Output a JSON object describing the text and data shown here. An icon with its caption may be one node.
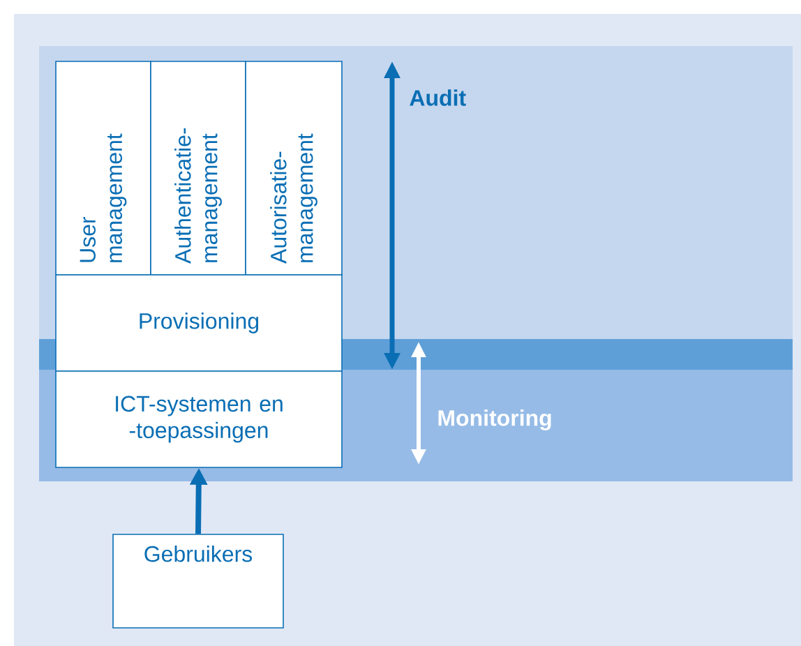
{
  "diagram": {
    "nodes": [
      {
        "text": [
          "User management"
        ]
      },
      {
        "text": [
          "Authenticatie-management"
        ]
      },
      {
        "text": [
          "Autorisatie-management"
        ]
      },
      {
        "text": [
          "Provisioning"
        ]
      },
      {
        "text": [
          "ICT-systemen en -toepassingen"
        ]
      },
      {
        "text": [
          "Gebruikers"
        ]
      }
    ],
    "edges": [
      {
        "from": 5,
        "to": 4,
        "arrow": "to"
      }
    ],
    "labels": [
      "Audit",
      "Monitoring"
    ]
  }
}
